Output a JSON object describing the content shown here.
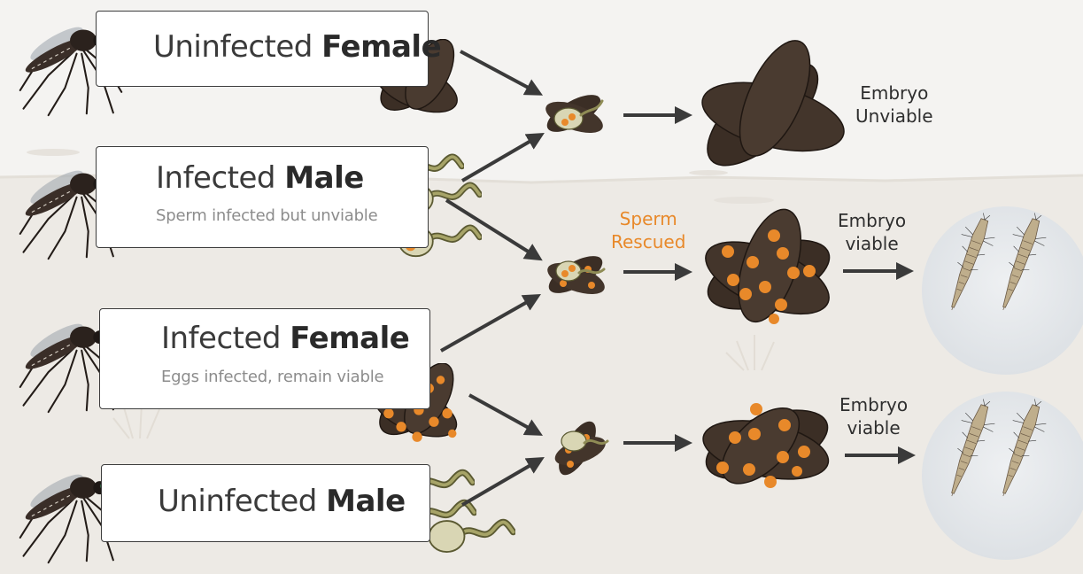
{
  "colors": {
    "sky": "#f4f3f1",
    "ground": "#edeae5",
    "egg": "#3b2e25",
    "wolbachia": "#e8892a",
    "sperm": "#d9d6b4",
    "arrow": "#3a3a3a",
    "rescued_label": "#e8892a"
  },
  "rows": [
    {
      "title_plain": "Uninfected ",
      "title_bold": "Female",
      "subtitle": ""
    },
    {
      "title_plain": "Infected ",
      "title_bold": "Male",
      "subtitle": "Sperm infected but unviable"
    },
    {
      "title_plain": "Infected ",
      "title_bold": "Female",
      "subtitle": "Eggs infected, remain viable"
    },
    {
      "title_plain": "Uninfected ",
      "title_bold": "Male",
      "subtitle": ""
    }
  ],
  "outcomes": {
    "first": {
      "line1": "Embryo",
      "line2": "Unviable"
    },
    "rescued": {
      "line1": "Sperm",
      "line2": "Rescued"
    },
    "second": {
      "line1": "Embryo",
      "line2": "viable"
    },
    "third": {
      "line1": "Embryo",
      "line2": "viable"
    }
  },
  "icons": [
    "mosquito-icon",
    "egg-cluster-icon",
    "sperm-icon",
    "fertilized-egg-icon",
    "larva-icon",
    "arrow-icon"
  ]
}
